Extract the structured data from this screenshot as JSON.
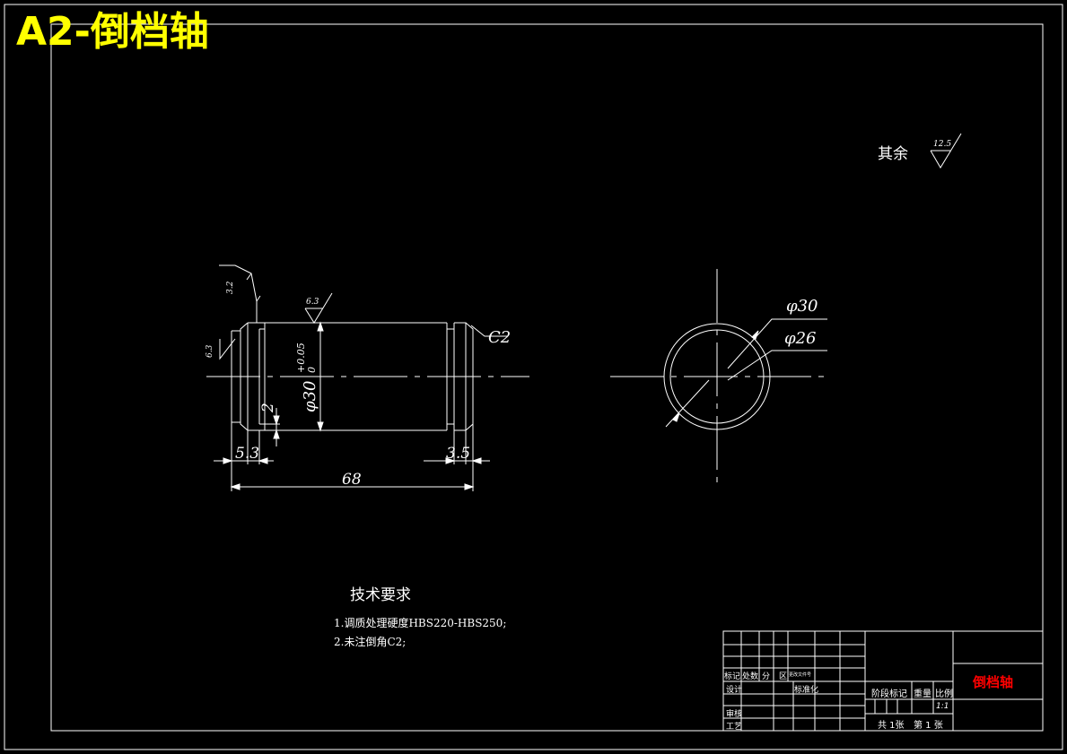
{
  "colors": {
    "background": "#000000",
    "lines": "#ffffff",
    "heading": "#ffff00",
    "part_name": "#ff0000"
  },
  "heading": "A2-倒档轴",
  "surface_finish": {
    "other_label": "其余",
    "other_value": "12.5",
    "left_a": "3.2",
    "left_b": "6.3",
    "top_value": "6.3"
  },
  "front_view": {
    "chamfer": "C2",
    "diameter": "φ30",
    "tolerance_upper": "+0.05",
    "tolerance_lower": "0",
    "groove_depth": "2",
    "left_dim": "5.3",
    "right_dim": "3.5",
    "overall_length": "68"
  },
  "end_view": {
    "outer_dia": "φ30",
    "inner_dia": "φ26"
  },
  "requirements": {
    "title": "技术要求",
    "items": [
      "1.调质处理硬度HBS220-HBS250;",
      "2.未注倒角C2;"
    ]
  },
  "title_block": {
    "part_name": "倒档轴",
    "rev_header": [
      "标记",
      "处数",
      "分",
      "区",
      "更改文件号"
    ],
    "designed": "设计",
    "standardized": "标准化",
    "checked": "审核",
    "process": "工艺",
    "stage_mark": "阶段标记",
    "weight": "重量",
    "scale": "比例",
    "scale_value": "1:1",
    "sheets_total": "共 1张",
    "sheet_number": "第 1 张"
  }
}
